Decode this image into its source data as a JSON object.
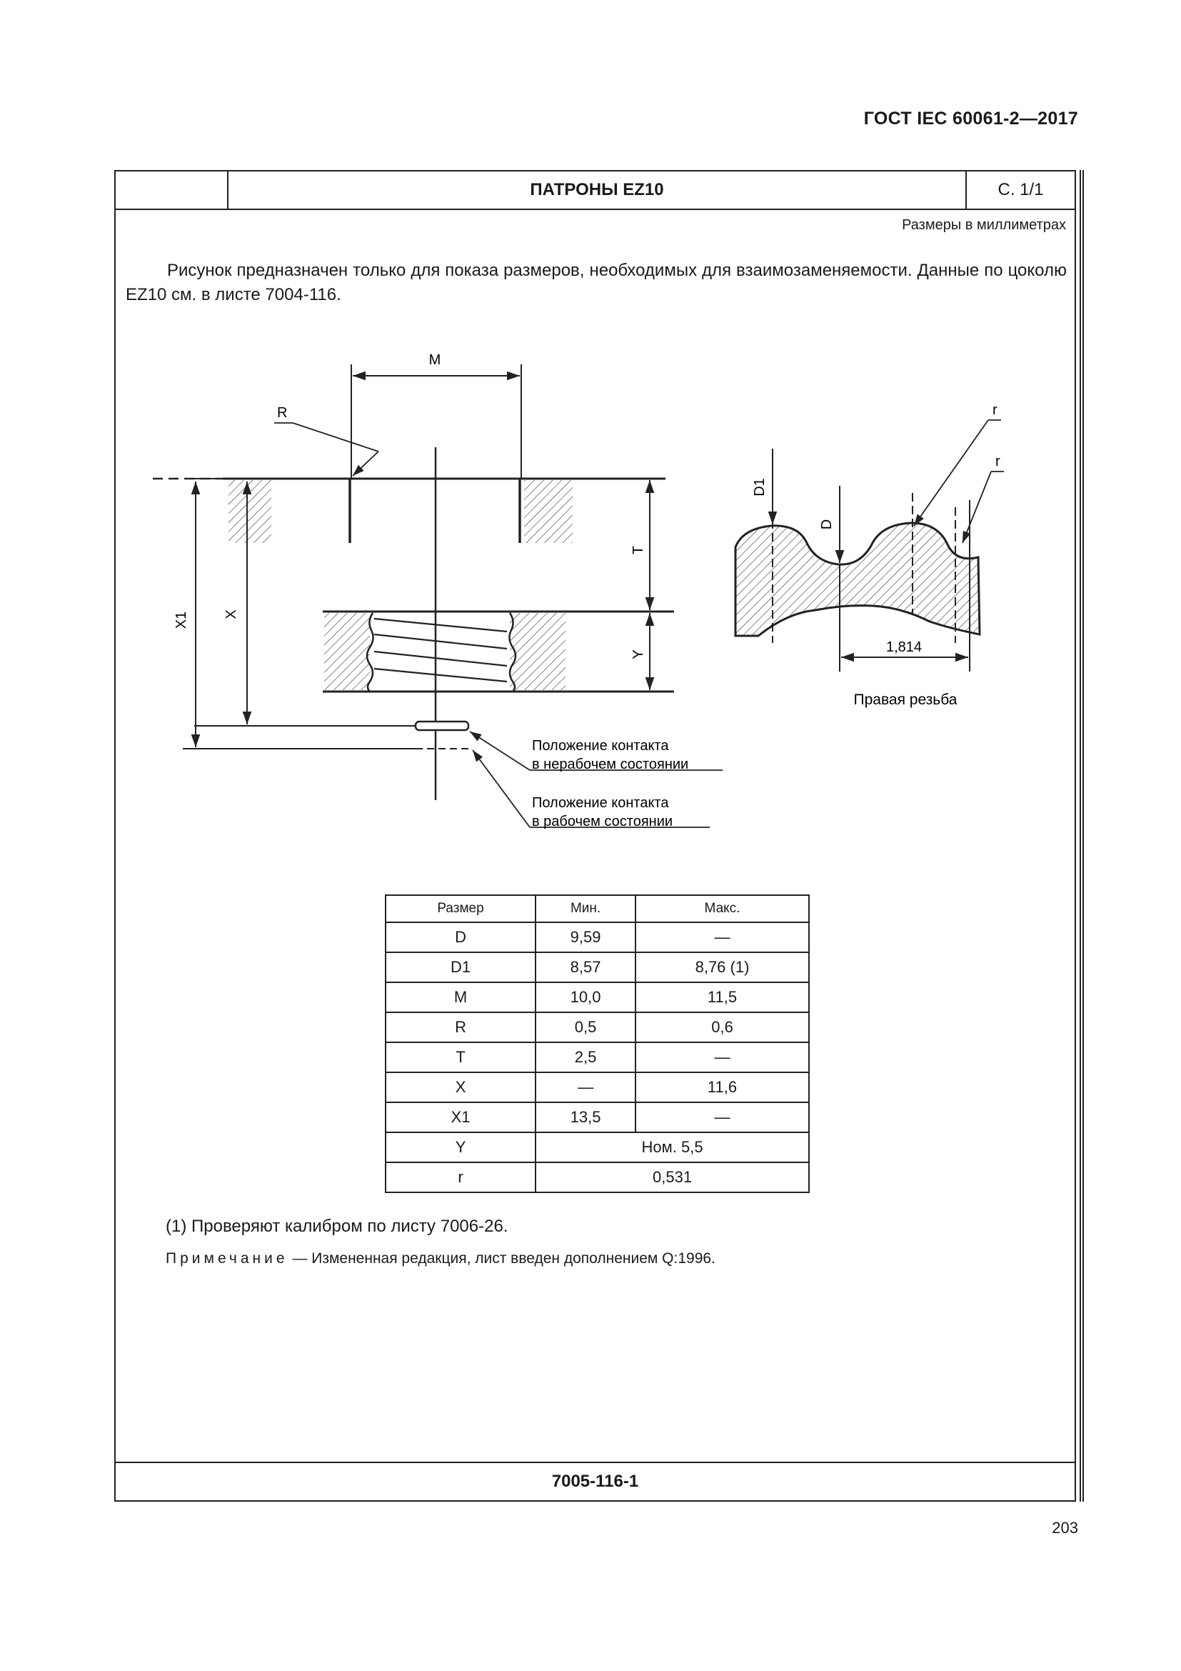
{
  "standard": "ГОСТ IEC 60061-2—2017",
  "title": "ПАТРОНЫ EZ10",
  "sheet": "С. 1/1",
  "units_note": "Размеры в миллиметрах",
  "intro": "Рисунок предназначен только для показа размеров, необходимых для взаимозаменяемости. Данные по цоколю EZ10 см. в листе 7004-116.",
  "drawing": {
    "labels": {
      "m": "M",
      "r_big": "R",
      "t": "T",
      "y": "Y",
      "x": "X",
      "x1": "X1",
      "d": "D",
      "d1": "D1",
      "r_small_1": "r",
      "r_small_2": "r",
      "pitch": "1,814"
    },
    "thread_caption": "Правая резьба",
    "contact_off_line1": "Положение контакта",
    "contact_off_line2": "в нерабочем состоянии",
    "contact_on_line1": "Положение контакта",
    "contact_on_line2": "в рабочем состоянии"
  },
  "table": {
    "headers": [
      "Размер",
      "Мин.",
      "Макс."
    ],
    "rows": [
      {
        "name": "D",
        "min": "9,59",
        "max": "—"
      },
      {
        "name": "D1",
        "min": "8,57",
        "max": "8,76 (1)"
      },
      {
        "name": "M",
        "min": "10,0",
        "max": "11,5"
      },
      {
        "name": "R",
        "min": "0,5",
        "max": "0,6"
      },
      {
        "name": "T",
        "min": "2,5",
        "max": "—"
      },
      {
        "name": "X",
        "min": "—",
        "max": "11,6"
      },
      {
        "name": "X1",
        "min": "13,5",
        "max": "—"
      },
      {
        "name": "Y",
        "span": "Ном. 5,5"
      },
      {
        "name": "r",
        "span": "0,531"
      }
    ]
  },
  "footnote": "(1) Проверяют калибром по листу 7006-26.",
  "note_label": "Примечание",
  "note_text": " — Измененная редакция, лист введен дополнением Q:1996.",
  "sheet_number": "7005-116-1",
  "page_number": "203"
}
